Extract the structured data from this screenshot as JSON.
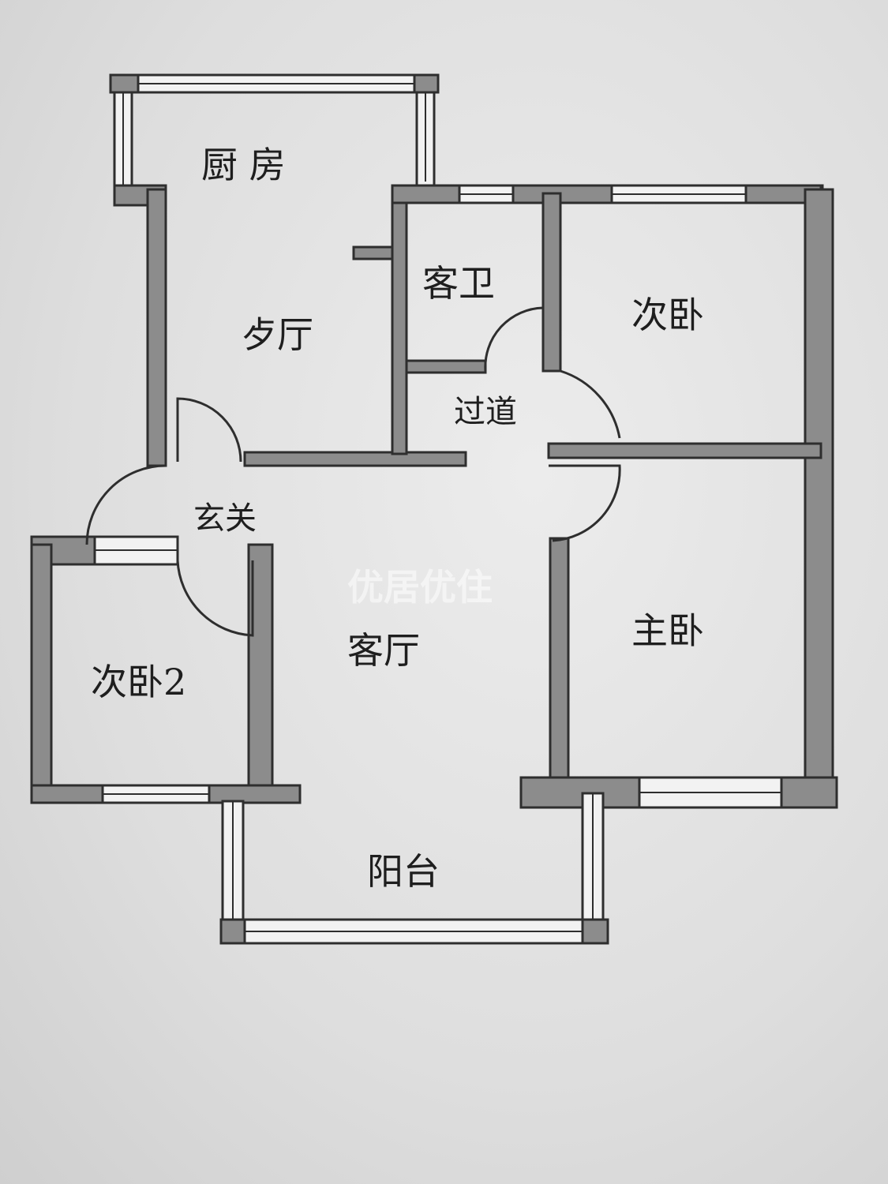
{
  "floor_plan": {
    "rooms": {
      "kitchen": "厨 房",
      "dining": "歺厅",
      "guest_bath": "客卫",
      "bedroom_secondary": "次卧",
      "corridor": "过道",
      "entrance": "玄关",
      "living_room": "客厅",
      "master_bedroom": "主卧",
      "bedroom_secondary_2": "次卧2",
      "balcony": "阳台"
    },
    "watermark": "优居优住"
  }
}
